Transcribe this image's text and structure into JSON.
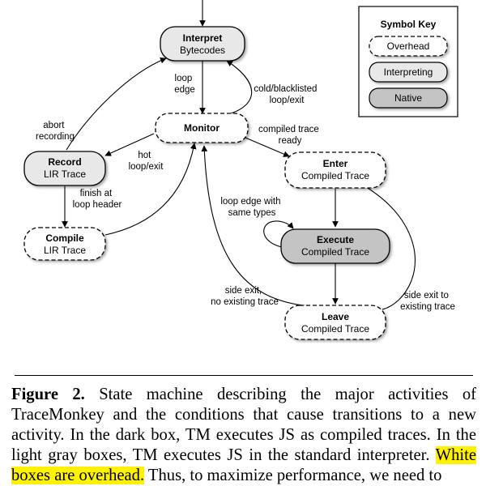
{
  "diagram": {
    "nodes": {
      "interpret": {
        "title": "Interpret",
        "subtitle": "Bytecodes",
        "kind": "interpreting"
      },
      "monitor": {
        "title": "Monitor",
        "kind": "overhead"
      },
      "record": {
        "title": "Record",
        "subtitle": "LIR Trace",
        "kind": "interpreting"
      },
      "compile": {
        "title": "Compile",
        "subtitle": "LIR Trace",
        "kind": "overhead"
      },
      "enter": {
        "title": "Enter",
        "subtitle": "Compiled Trace",
        "kind": "overhead"
      },
      "execute": {
        "title": "Execute",
        "subtitle": "Compiled Trace",
        "kind": "native"
      },
      "leave": {
        "title": "Leave",
        "subtitle": "Compiled Trace",
        "kind": "overhead"
      }
    },
    "edge_labels": {
      "loop_edge": [
        "loop",
        "edge"
      ],
      "cold_blacklisted": [
        "cold/blacklisted",
        "loop/exit"
      ],
      "abort_recording": [
        "abort",
        "recording"
      ],
      "hot_loop": [
        "hot",
        "loop/exit"
      ],
      "compiled_trace_ready": [
        "compiled trace",
        "ready"
      ],
      "finish_at_loop_header": [
        "finish at",
        "loop header"
      ],
      "loop_edge_same_types": [
        "loop edge with",
        "same types"
      ],
      "side_exit_no_trace": [
        "side exit,",
        "no existing trace"
      ],
      "side_exit_existing": [
        "side exit to",
        "existing trace"
      ]
    },
    "symbol_key": {
      "title": "Symbol Key",
      "items": [
        "Overhead",
        "Interpreting",
        "Native"
      ]
    },
    "colors": {
      "overhead": "#ffffff",
      "interpreting": "#e8e8e8",
      "native": "#c4c4c4"
    }
  },
  "caption": {
    "label": "Figure 2.",
    "text_before": "State machine describing the major activities of TraceMonkey and the conditions that cause transitions to a new activity. In the dark box, TM executes JS as compiled traces. In the light gray boxes, TM executes JS in the standard interpreter.",
    "highlighted": "White boxes are overhead.",
    "text_after": "Thus, to maximize performance, we need to"
  }
}
